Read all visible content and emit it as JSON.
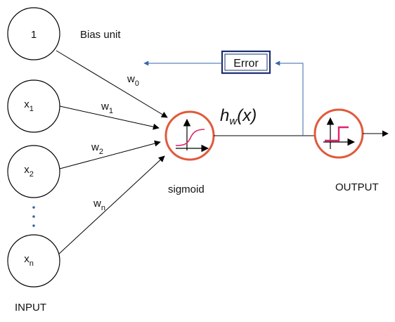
{
  "inputs": {
    "bias": {
      "label": "1"
    },
    "x1": {
      "base": "x",
      "sub": "1"
    },
    "x2": {
      "base": "x",
      "sub": "2"
    },
    "xn": {
      "base": "x",
      "sub": "n"
    }
  },
  "labels": {
    "bias_unit": "Bias unit",
    "input": "INPUT",
    "sigmoid": "sigmoid",
    "output": "OUTPUT",
    "error": "Error"
  },
  "weights": [
    {
      "base": "w",
      "sub": "0"
    },
    {
      "base": "w",
      "sub": "1"
    },
    {
      "base": "w",
      "sub": "2"
    },
    {
      "base": "w",
      "sub": "n"
    }
  ],
  "hypothesis": {
    "base": "h",
    "sub": "w",
    "rest": "(x)"
  },
  "colors": {
    "node_stroke": "#000000",
    "activation_ring": "#e05a3c",
    "curve": "#e0246a",
    "error_arrow": "#3a66a8",
    "error_box": "#1a2f70"
  }
}
